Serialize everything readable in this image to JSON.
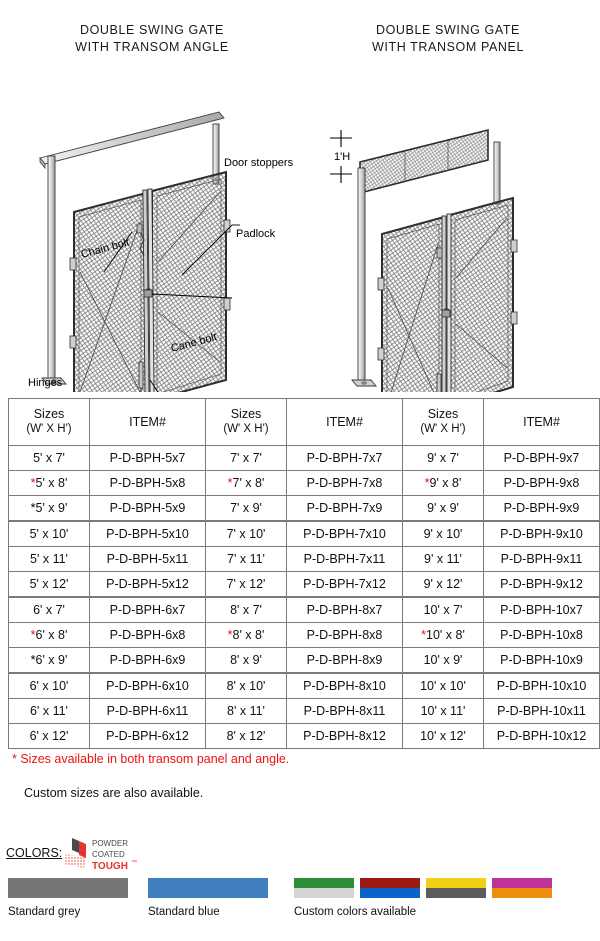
{
  "figures": [
    {
      "title": "DOUBLE SWING GATE\nWITH TRANSOM ANGLE"
    },
    {
      "title": "DOUBLE SWING GATE\nWITH TRANSOM PANEL"
    }
  ],
  "callouts": {
    "chain_bolt": "Chain bolt",
    "door_stoppers": "Door stoppers",
    "padlock": "Padlock",
    "cane_bolt": "Cane bolt",
    "hinges": "Hinges",
    "transom_height": "1'H"
  },
  "table": {
    "headers": {
      "sizes_main": "Sizes",
      "sizes_sub": "(W' X H')",
      "item": "ITEM#"
    },
    "rows": [
      {
        "c1_size": "5' x 7'",
        "c1_star": "none",
        "c1_item": "P-D-BPH-5x7",
        "c2_size": "7' x 7'",
        "c2_star": "none",
        "c2_item": "P-D-BPH-7x7",
        "c3_size": "9' x 7'",
        "c3_star": "none",
        "c3_item": "P-D-BPH-9x7"
      },
      {
        "c1_size": "5' x 8'",
        "c1_star": "red",
        "c1_item": "P-D-BPH-5x8",
        "c2_size": "7' x 8'",
        "c2_star": "red",
        "c2_item": "P-D-BPH-7x8",
        "c3_size": "9' x 8'",
        "c3_star": "red",
        "c3_item": "P-D-BPH-9x8"
      },
      {
        "c1_size": "5' x 9'",
        "c1_star": "black",
        "c1_item": "P-D-BPH-5x9",
        "c2_size": "7' x 9'",
        "c2_star": "none",
        "c2_item": "P-D-BPH-7x9",
        "c3_size": "9' x 9'",
        "c3_star": "none",
        "c3_item": "P-D-BPH-9x9"
      },
      {
        "c1_size": "5' x 10'",
        "c1_star": "none",
        "c1_item": "P-D-BPH-5x10",
        "c2_size": "7' x 10'",
        "c2_star": "none",
        "c2_item": "P-D-BPH-7x10",
        "c3_size": "9' x 10'",
        "c3_star": "none",
        "c3_item": "P-D-BPH-9x10"
      },
      {
        "c1_size": "5' x 11'",
        "c1_star": "none",
        "c1_item": "P-D-BPH-5x11",
        "c2_size": "7' x 11'",
        "c2_star": "none",
        "c2_item": "P-D-BPH-7x11",
        "c3_size": "9' x 11'",
        "c3_star": "none",
        "c3_item": "P-D-BPH-9x11"
      },
      {
        "c1_size": "5' x 12'",
        "c1_star": "none",
        "c1_item": "P-D-BPH-5x12",
        "c2_size": "7' x 12'",
        "c2_star": "none",
        "c2_item": "P-D-BPH-7x12",
        "c3_size": "9' x 12'",
        "c3_star": "none",
        "c3_item": "P-D-BPH-9x12"
      },
      {
        "c1_size": "6' x 7'",
        "c1_star": "none",
        "c1_item": "P-D-BPH-6x7",
        "c2_size": "8' x 7'",
        "c2_star": "none",
        "c2_item": "P-D-BPH-8x7",
        "c3_size": "10' x 7'",
        "c3_star": "none",
        "c3_item": "P-D-BPH-10x7"
      },
      {
        "c1_size": "6' x 8'",
        "c1_star": "red",
        "c1_item": "P-D-BPH-6x8",
        "c2_size": "8' x 8'",
        "c2_star": "red",
        "c2_item": "P-D-BPH-8x8",
        "c3_size": "10' x 8'",
        "c3_star": "red",
        "c3_item": "P-D-BPH-10x8"
      },
      {
        "c1_size": "6' x 9'",
        "c1_star": "black",
        "c1_item": "P-D-BPH-6x9",
        "c2_size": "8' x 9'",
        "c2_star": "none",
        "c2_item": "P-D-BPH-8x9",
        "c3_size": "10' x 9'",
        "c3_star": "none",
        "c3_item": "P-D-BPH-10x9"
      },
      {
        "c1_size": "6' x 10'",
        "c1_star": "none",
        "c1_item": "P-D-BPH-6x10",
        "c2_size": "8' x 10'",
        "c2_star": "none",
        "c2_item": "P-D-BPH-8x10",
        "c3_size": "10' x 10'",
        "c3_star": "none",
        "c3_item": "P-D-BPH-10x10"
      },
      {
        "c1_size": "6' x 11'",
        "c1_star": "none",
        "c1_item": "P-D-BPH-6x11",
        "c2_size": "8' x 11'",
        "c2_star": "none",
        "c2_item": "P-D-BPH-8x11",
        "c3_size": "10' x 11'",
        "c3_star": "none",
        "c3_item": "P-D-BPH-10x11"
      },
      {
        "c1_size": "6' x 12'",
        "c1_star": "none",
        "c1_item": "P-D-BPH-6x12",
        "c2_size": "8' x 12'",
        "c2_star": "none",
        "c2_item": "P-D-BPH-8x12",
        "c3_size": "10' x 12'",
        "c3_star": "none",
        "c3_item": "P-D-BPH-10x12"
      }
    ]
  },
  "footnotes": {
    "star_note": "* Sizes available in both transom panel and angle.",
    "custom_note": "Custom sizes are also available."
  },
  "colors": {
    "label": "COLORS:",
    "logo": {
      "line1": "POWDER",
      "line2": "COATED",
      "line3": "TOUGH",
      "tm": "™"
    },
    "swatches": [
      {
        "caption": "Standard grey",
        "hex": "#757575"
      },
      {
        "caption": "Standard blue",
        "hex": "#3f7fbf"
      }
    ],
    "custom": {
      "caption": "Custom colors available",
      "hexes": [
        "#2f8c36",
        "#9c1a11",
        "#f0cf14",
        "#bf3399",
        "#d4d4d4",
        "#0a63c8",
        "#5c5c5c",
        "#ee8e0a"
      ]
    }
  }
}
